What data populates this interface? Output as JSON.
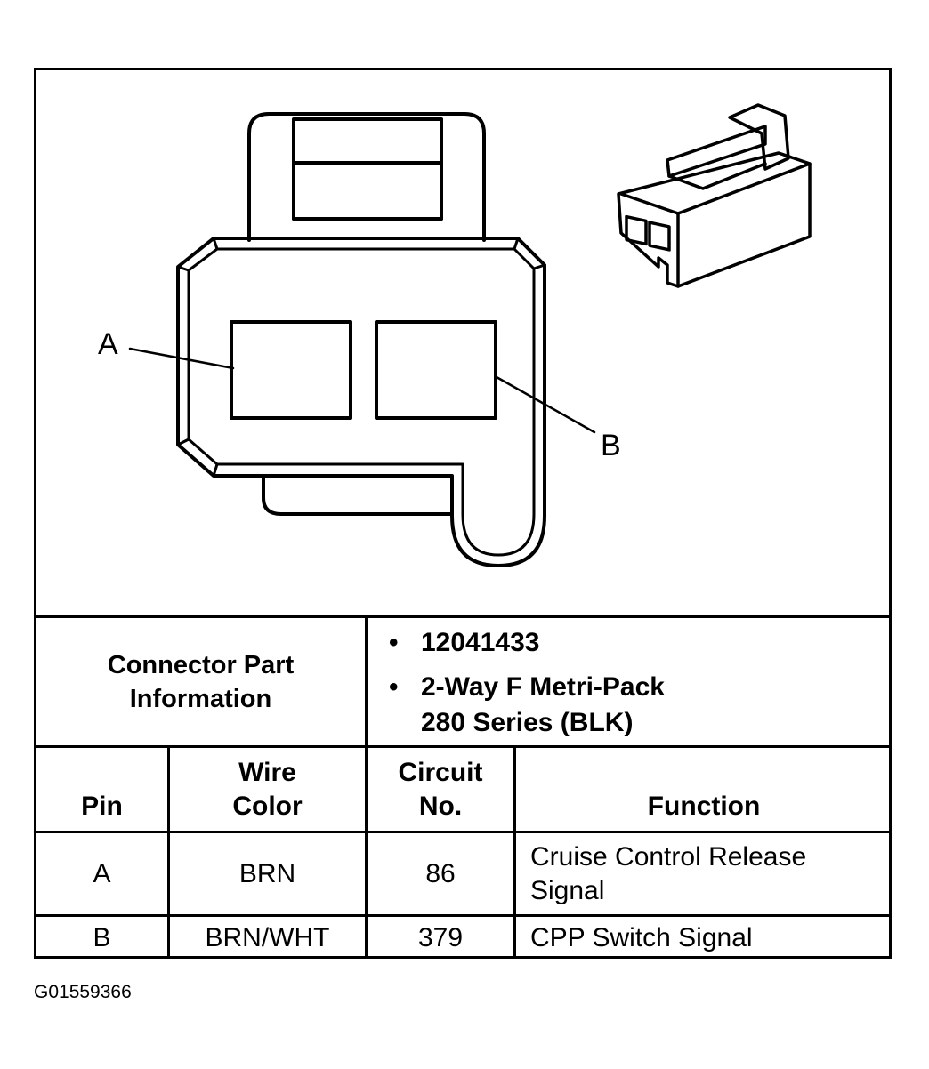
{
  "figure_id": "G01559366",
  "pin_labels": {
    "a": "A",
    "b": "B"
  },
  "part_info": {
    "label_line1": "Connector Part",
    "label_line2": "Information",
    "part_number": "12041433",
    "description_line1": "2-Way F Metri-Pack",
    "description_line2": "280 Series (BLK)",
    "bullet": "•"
  },
  "table": {
    "headers": {
      "pin": "Pin",
      "wire_color_line1": "Wire",
      "wire_color_line2": "Color",
      "circuit_line1": "Circuit",
      "circuit_line2": "No.",
      "function": "Function"
    },
    "rows": [
      {
        "pin": "A",
        "wire_color": "BRN",
        "circuit": "86",
        "function_line1": "Cruise Control Release",
        "function_line2": "Signal"
      },
      {
        "pin": "B",
        "wire_color": "BRN/WHT",
        "circuit": "379",
        "function_line1": "CPP Switch Signal",
        "function_line2": ""
      }
    ]
  }
}
